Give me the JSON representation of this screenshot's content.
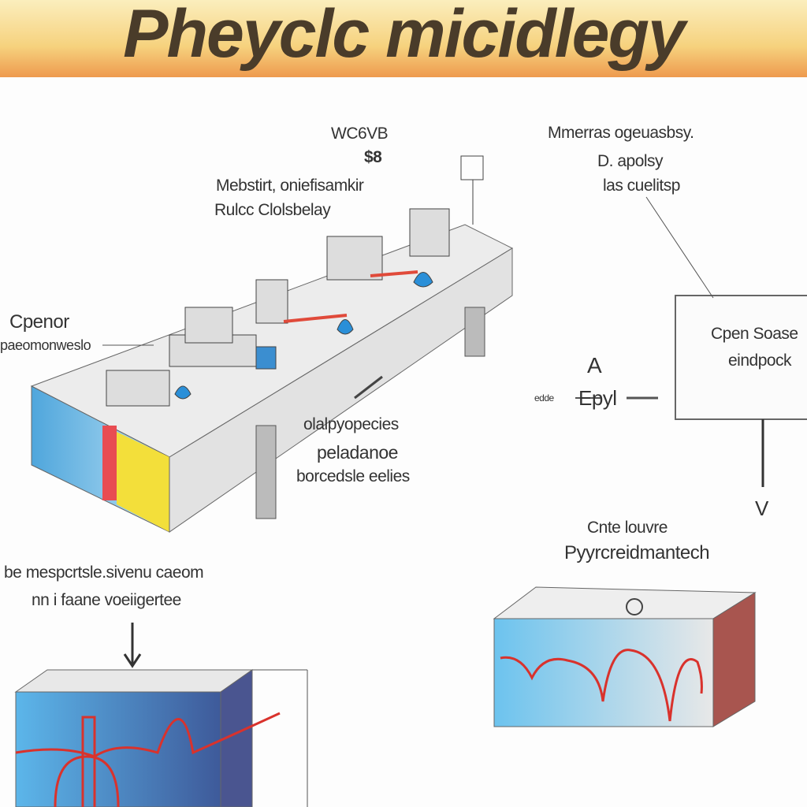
{
  "title": "Pheyclc micidlegy",
  "labels": {
    "top_code": "WC6VB",
    "top_num": "$8",
    "top_desc_1": "Mebstirt, oniefisamkir",
    "top_desc_2": "Rulcc Clolsbelay",
    "right_top_1": "Mmerras  ogeuasbsy.",
    "right_top_2": "D.  apolsy",
    "right_top_3": "las cuelitsp",
    "left_1": "Cpenor",
    "left_2": "paeomonweslo",
    "mid_1": "olalpyopecies",
    "mid_2": "peladanoe",
    "mid_3": "borcedsle eelies",
    "box_1": "Cpen Soase",
    "box_2": "eindpock",
    "arrow_up": "A",
    "arrow_down": "V",
    "small_left": "edde",
    "symbol": "Epyl",
    "br_1": "Cnte louvre",
    "br_2": "Pyyrcreidmantech",
    "bl_1": "be mespcrtsle.sivenu caeom",
    "bl_2": "nn i faane voeiigertee"
  },
  "colors": {
    "wave": "#d9322c",
    "blue": "#5bb8e8",
    "yellow": "#f3df3a",
    "brown": "#a8554f"
  }
}
